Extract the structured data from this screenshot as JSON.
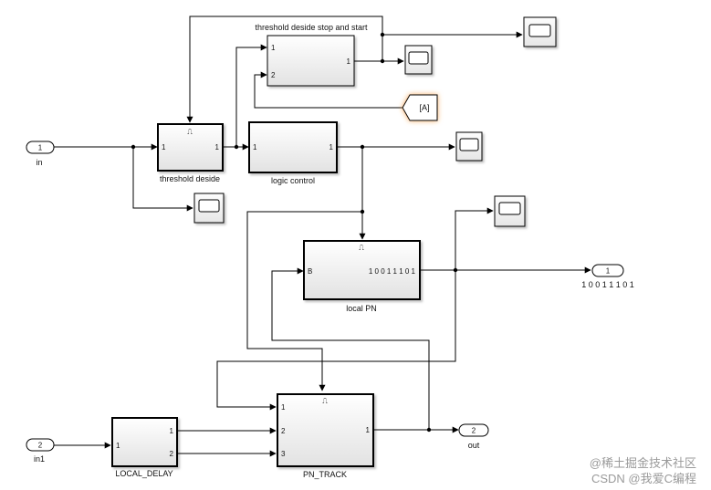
{
  "model": {
    "inports": [
      {
        "id": "in",
        "number": "1",
        "label": "in"
      },
      {
        "id": "in1",
        "number": "2",
        "label": "in1"
      }
    ],
    "outports": [
      {
        "id": "pn-out",
        "number": "1",
        "label": "1 0 0 1 1 1 0 1"
      },
      {
        "id": "out",
        "number": "2",
        "label": "out"
      }
    ],
    "blocks": {
      "threshold_deside": {
        "name": "threshold deside",
        "in_port": "1",
        "out_port": "1",
        "trigger": "⎍"
      },
      "stop_start": {
        "name": "threshold deside stop and start",
        "in_ports": [
          "1",
          "2"
        ],
        "out_port": "1"
      },
      "logic_control": {
        "name": "logic control",
        "in_port": "1",
        "out_port": "1"
      },
      "local_pn": {
        "name": "local PN",
        "in_port": "B",
        "out_port": "1 0 0 1 1 1 0 1",
        "trigger": "⎍"
      },
      "local_delay": {
        "name": "LOCAL_DELAY",
        "in_port": "1",
        "out_ports": [
          "1",
          "2"
        ]
      },
      "pn_track": {
        "name": "PN_TRACK",
        "in_ports": [
          "1",
          "2",
          "3"
        ],
        "out_port": "1",
        "trigger": "⎍"
      }
    },
    "goto_tag": "[A]",
    "scope_count": 5
  },
  "watermark": {
    "line1": "@稀土掘金技术社区",
    "line2": "CSDN @我爱C编程"
  }
}
